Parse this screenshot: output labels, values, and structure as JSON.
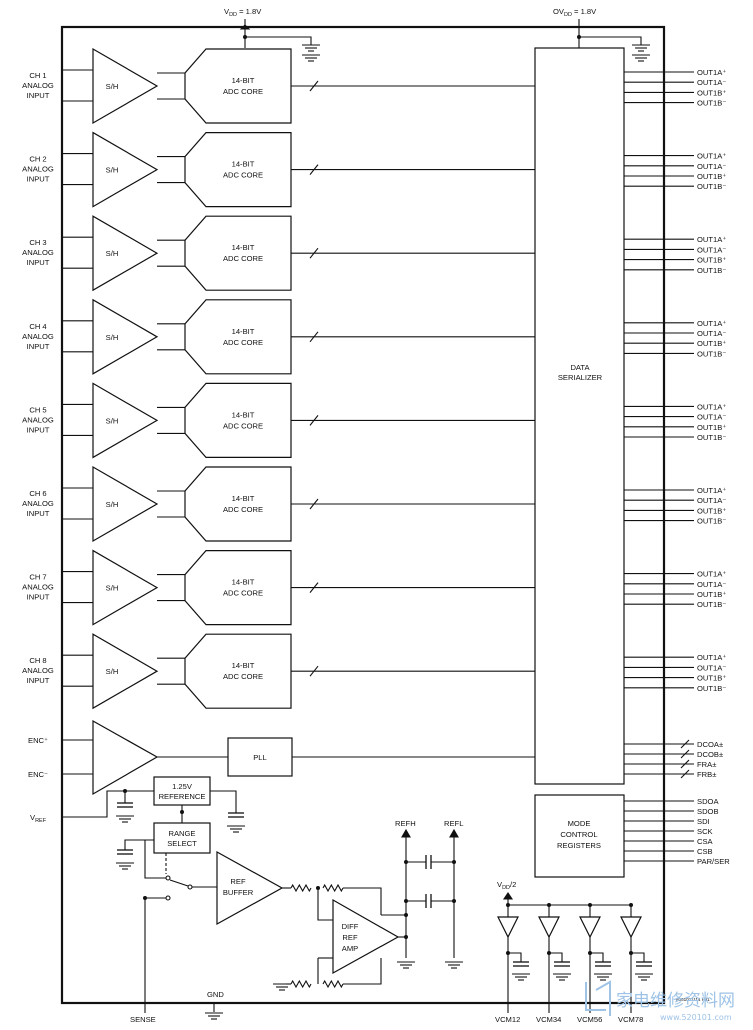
{
  "supply": {
    "vdd_main": "DD",
    "vdd_value": " = 1.8V",
    "vdd_prefix": "V",
    "ovdd_prefix": "OV",
    "ovdd_sub": "DD",
    "ovdd_value": " = 1.8V"
  },
  "channels": [
    {
      "line1": "CH 1",
      "line2": "ANALOG",
      "line3": "INPUT"
    },
    {
      "line1": "CH 2",
      "line2": "ANALOG",
      "line3": "INPUT"
    },
    {
      "line1": "CH 3",
      "line2": "ANALOG",
      "line3": "INPUT"
    },
    {
      "line1": "CH 4",
      "line2": "ANALOG",
      "line3": "INPUT"
    },
    {
      "line1": "CH 5",
      "line2": "ANALOG",
      "line3": "INPUT"
    },
    {
      "line1": "CH 6",
      "line2": "ANALOG",
      "line3": "INPUT"
    },
    {
      "line1": "CH 7",
      "line2": "ANALOG",
      "line3": "INPUT"
    },
    {
      "line1": "CH 8",
      "line2": "ANALOG",
      "line3": "INPUT"
    }
  ],
  "sample_hold_label": "S/H",
  "adc": {
    "line1": "14-BIT",
    "line2": "ADC CORE"
  },
  "outputs": [
    "OUT1A⁺",
    "OUT1A⁻",
    "OUT1B⁺",
    "OUT1B⁻"
  ],
  "serializer": {
    "line1": "DATA",
    "line2": "SERIALIZER"
  },
  "clock": {
    "enc_plus": "ENC⁺",
    "enc_minus": "ENC⁻",
    "pll": "PLL",
    "pins": [
      "DCOA±",
      "DCOB±",
      "FRA±",
      "FRB±"
    ]
  },
  "mode_block": {
    "line1": "MODE",
    "line2": "CONTROL",
    "line3": "REGISTERS"
  },
  "control_pins": [
    "SDOA",
    "SDOB",
    "SDI",
    "SCK",
    "CSA",
    "CSB",
    "PAR/SER"
  ],
  "reference": {
    "vref": "V",
    "vref_sub": "REF",
    "ref_block_line1": "1.25V",
    "ref_block_line2": "REFERENCE",
    "range_line1": "RANGE",
    "range_line2": "SELECT",
    "buffer_line1": "REF",
    "buffer_line2": "BUFFER",
    "diff_line1": "DIFF",
    "diff_line2": "REF",
    "diff_line3": "AMP",
    "refh": "REFH",
    "refl": "REFL",
    "sense": "SENSE",
    "gnd": "GND"
  },
  "vcm": {
    "supply_prefix": "V",
    "supply_sub": "DD",
    "supply_suffix": "/2",
    "pins": [
      "VCM12",
      "VCM34",
      "VCM56",
      "VCM78"
    ]
  },
  "watermark": {
    "cn": "家电维修资料网",
    "url": "www.520101.com",
    "code": "8001011114 F01"
  }
}
